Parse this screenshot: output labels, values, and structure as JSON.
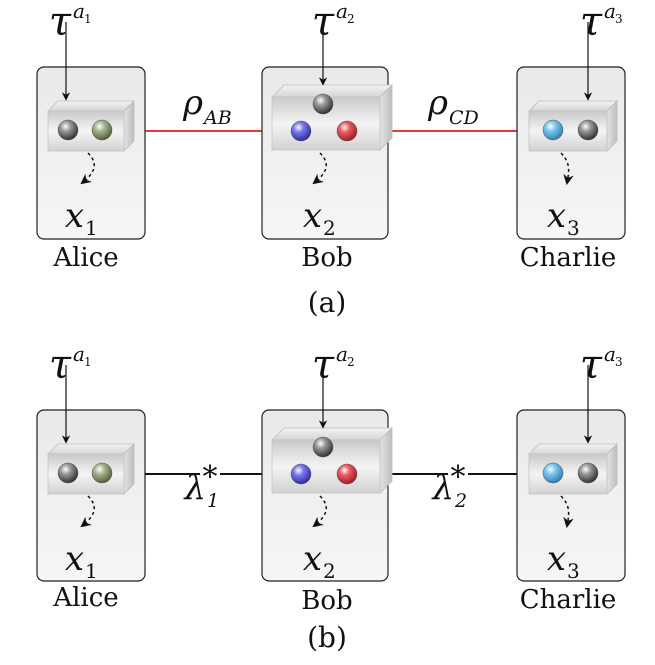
{
  "panels": [
    {
      "caption": "(a)",
      "links": [
        {
          "symbol": "ρ",
          "sub": "AB",
          "color": "#e0393e"
        },
        {
          "symbol": "ρ",
          "sub": "CD",
          "color": "#e0393e"
        }
      ],
      "parties": [
        {
          "name": "Alice",
          "input_symbol": "τ",
          "input_sup": "a",
          "input_sup_sub": "1",
          "output": "x",
          "output_sub": "1"
        },
        {
          "name": "Bob",
          "input_symbol": "τ",
          "input_sup": "a",
          "input_sup_sub": "2",
          "output": "x",
          "output_sub": "2"
        },
        {
          "name": "Charlie",
          "input_symbol": "τ",
          "input_sup": "a",
          "input_sup_sub": "3",
          "output": "x",
          "output_sub": "3"
        }
      ]
    },
    {
      "caption": "(b)",
      "links": [
        {
          "symbol": "λ",
          "sub": "1",
          "color": "#111111"
        },
        {
          "symbol": "λ",
          "sub": "2",
          "color": "#111111"
        }
      ],
      "parties": [
        {
          "name": "Alice",
          "input_symbol": "τ",
          "input_sup": "a",
          "input_sup_sub": "1",
          "output": "x",
          "output_sub": "1"
        },
        {
          "name": "Bob",
          "input_symbol": "τ",
          "input_sup": "a",
          "input_sup_sub": "2",
          "output": "x",
          "output_sub": "2"
        },
        {
          "name": "Charlie",
          "input_symbol": "τ",
          "input_sup": "a",
          "input_sup_sub": "3",
          "output": "x",
          "output_sub": "3"
        }
      ]
    }
  ],
  "colors": {
    "ball_gray": "#8a8a8a",
    "ball_green": "#9aa983",
    "ball_blue": "#6d6de0",
    "ball_red": "#e04a52",
    "ball_cyan": "#63b6e4"
  }
}
